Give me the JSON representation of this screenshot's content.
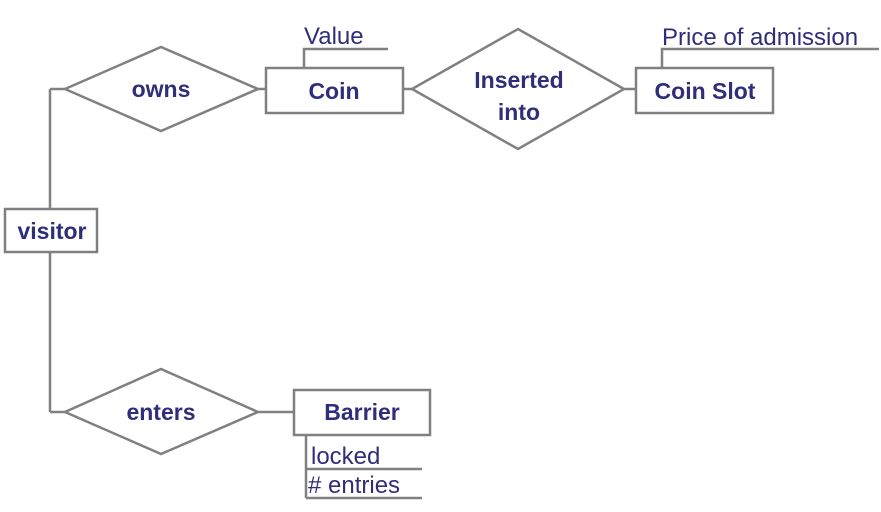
{
  "diagram": {
    "entities": {
      "visitor": "visitor",
      "coin": "Coin",
      "coin_slot": "Coin Slot",
      "barrier": "Barrier"
    },
    "relationships": {
      "owns": "owns",
      "inserted_line1": "Inserted",
      "inserted_line2": "into",
      "enters": "enters"
    },
    "attributes": {
      "coin_value": "Value",
      "coin_slot_price": "Price of admission",
      "barrier_locked": "locked",
      "barrier_entries": "# entries"
    }
  },
  "colors": {
    "line": "#808080",
    "text": "#2e2e7a",
    "background": "#ffffff"
  }
}
